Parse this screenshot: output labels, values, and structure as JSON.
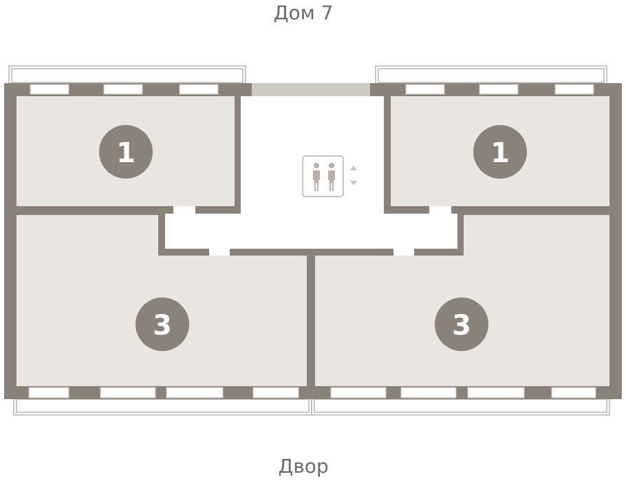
{
  "labels": {
    "building": "Дом 7",
    "courtyard": "Двор"
  },
  "apartments": [
    {
      "id": "top-left",
      "rooms": "1"
    },
    {
      "id": "top-right",
      "rooms": "1"
    },
    {
      "id": "bottom-left",
      "rooms": "3"
    },
    {
      "id": "bottom-right",
      "rooms": "3"
    }
  ],
  "icons": {
    "elevator": "elevator-icon",
    "elevator_direction": "up-down-arrows-icon"
  },
  "colors": {
    "wall": "#8a8178",
    "room_fill": "#e9e5e1",
    "badge": "#8a8178",
    "corridor": "#ffffff",
    "window_frame": "#c9c3bd",
    "balcony_line": "#b9b3ad",
    "label": "#6e6964"
  }
}
